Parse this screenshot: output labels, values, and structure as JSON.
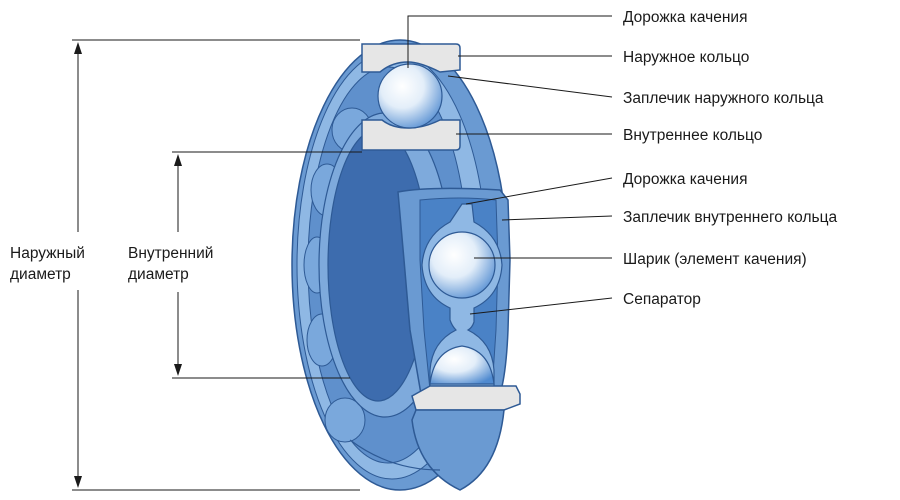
{
  "labels": {
    "outer_raceway": "Дорожка качения",
    "outer_ring": "Наружное кольцо",
    "outer_shoulder": "Заплечик наружного кольца",
    "inner_ring": "Внутреннее кольцо",
    "inner_raceway": "Дорожка качения",
    "inner_shoulder": "Заплечик внутреннего кольца",
    "ball": "Шарик (элемент качения)",
    "cage": "Сепаратор"
  },
  "dimensions": {
    "outer_diameter_line1": "Наружный",
    "outer_diameter_line2": "диаметр",
    "inner_diameter_line1": "Внутренний",
    "inner_diameter_line2": "диаметр"
  },
  "colors": {
    "ring_light": "#8fb8e4",
    "ring_mid": "#6a9ad2",
    "ring_dark": "#3d6cae",
    "section_face": "#e6e6e6",
    "cage_blue": "#4a82c6",
    "ball_light": "#ffffff",
    "ball_dark": "#5b93d4",
    "line": "#1a1a1a"
  }
}
